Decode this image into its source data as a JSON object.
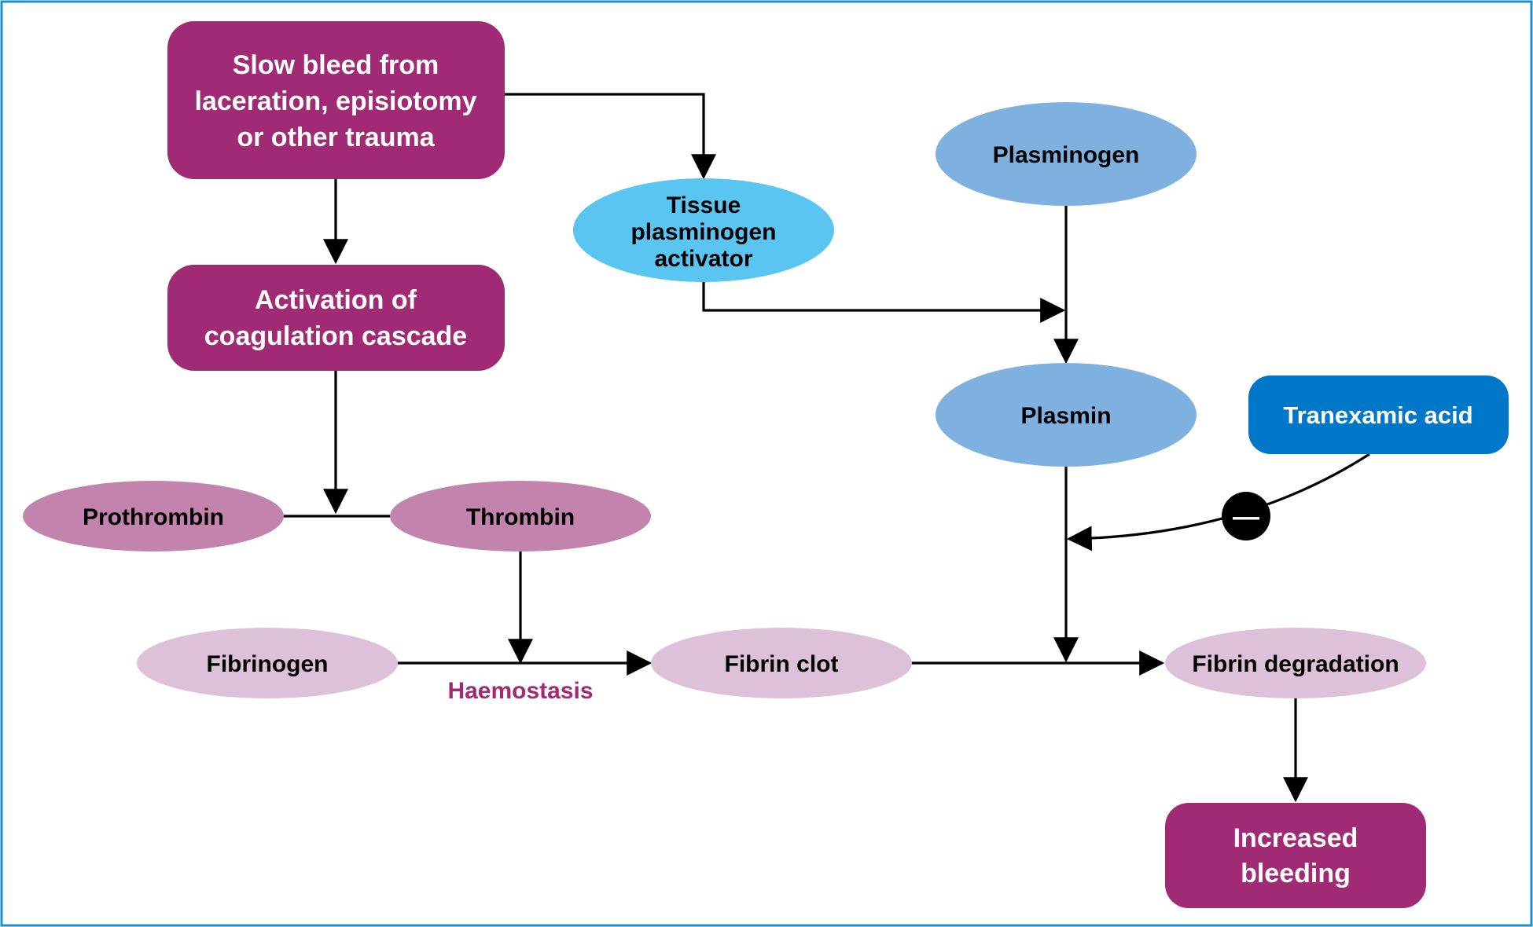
{
  "diagram": {
    "colors": {
      "frame": "#1f8fc8",
      "trigger_box": "#a02a74",
      "pink_node": "#c283ad",
      "light_pink_node": "#ddc1d9",
      "blue_node": "#7fb1e0",
      "cyan_node": "#5bc5f2",
      "drug_box": "#0077c8",
      "label_accent": "#a02a74",
      "edge": "#000000"
    },
    "nodes": {
      "slow_bleed": {
        "lines": [
          "Slow bleed from",
          "laceration, episiotomy",
          "or other trauma"
        ]
      },
      "activation": {
        "lines": [
          "Activation of",
          "coagulation cascade"
        ]
      },
      "tpa": {
        "lines": [
          "Tissue",
          "plasminogen",
          "activator"
        ]
      },
      "plasminogen": {
        "lines": [
          "Plasminogen"
        ]
      },
      "plasmin": {
        "lines": [
          "Plasmin"
        ]
      },
      "tranexamic": {
        "lines": [
          "Tranexamic acid"
        ]
      },
      "prothrombin": {
        "lines": [
          "Prothrombin"
        ]
      },
      "thrombin": {
        "lines": [
          "Thrombin"
        ]
      },
      "fibrinogen": {
        "lines": [
          "Fibrinogen"
        ]
      },
      "fibrin_clot": {
        "lines": [
          "Fibrin clot"
        ]
      },
      "fibrin_degradation": {
        "lines": [
          "Fibrin degradation"
        ]
      },
      "increased_bleeding": {
        "lines": [
          "Increased",
          "bleeding"
        ]
      }
    },
    "labels": {
      "haemostasis": "Haemostasis",
      "inhibition_symbol": "—"
    }
  }
}
